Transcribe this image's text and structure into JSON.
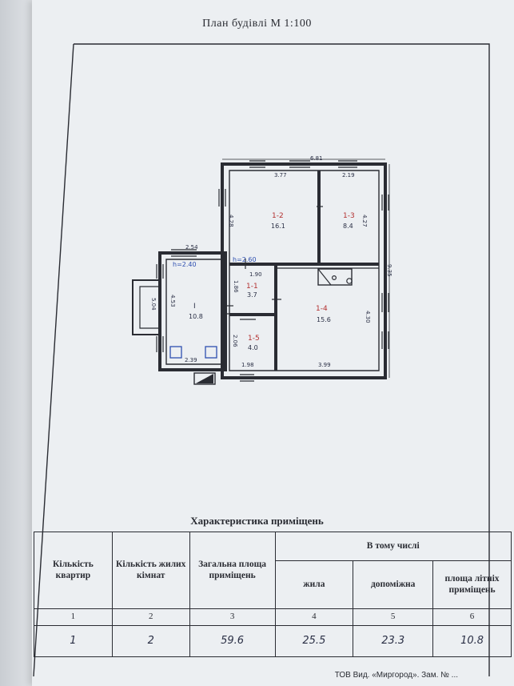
{
  "document": {
    "title": "План будівлі М 1:100",
    "footer": "ТОВ Вид. «Миргород». Зам. № ..."
  },
  "plan": {
    "total_width": "6.81",
    "total_depth": "9.35",
    "rooms": [
      {
        "id": "1-2",
        "area": "16.1"
      },
      {
        "id": "1-3",
        "area": "8.4"
      },
      {
        "id": "1-1",
        "area": "3.7"
      },
      {
        "id": "1-4",
        "area": "15.6"
      },
      {
        "id": "1-5",
        "area": "4.0"
      },
      {
        "id": "I",
        "area": "10.8"
      }
    ],
    "heights": {
      "veranda": "h=2.40",
      "house": "h=2.60"
    },
    "dims": {
      "r12_width": "3.77",
      "r13_width": "2.19",
      "r12_depth": "4.28",
      "r13_depth": "4.27",
      "veranda_width": "2.54",
      "veranda_depth": "4.53",
      "porch": "5.04",
      "r11_width": "1.90",
      "r11_depth": "1.86",
      "r15_depth": "2.06",
      "r15_width": "1.98",
      "r14_width": "3.99",
      "r14_depth": "4.30",
      "veranda_bottom": "2.39"
    }
  },
  "table": {
    "title": "Характеристика приміщень",
    "headers": {
      "apartments": "Кількість квартир",
      "living_rooms": "Кількість жилих кімнат",
      "total_area": "Загальна площа приміщень",
      "including": "В тому числі",
      "living": "жила",
      "auxiliary": "допоміжна",
      "summer": "площа літніх приміщень"
    },
    "column_numbers": [
      "1",
      "2",
      "3",
      "4",
      "5",
      "6"
    ],
    "values": [
      "1",
      "2",
      "59.6",
      "25.5",
      "23.3",
      "10.8"
    ]
  }
}
